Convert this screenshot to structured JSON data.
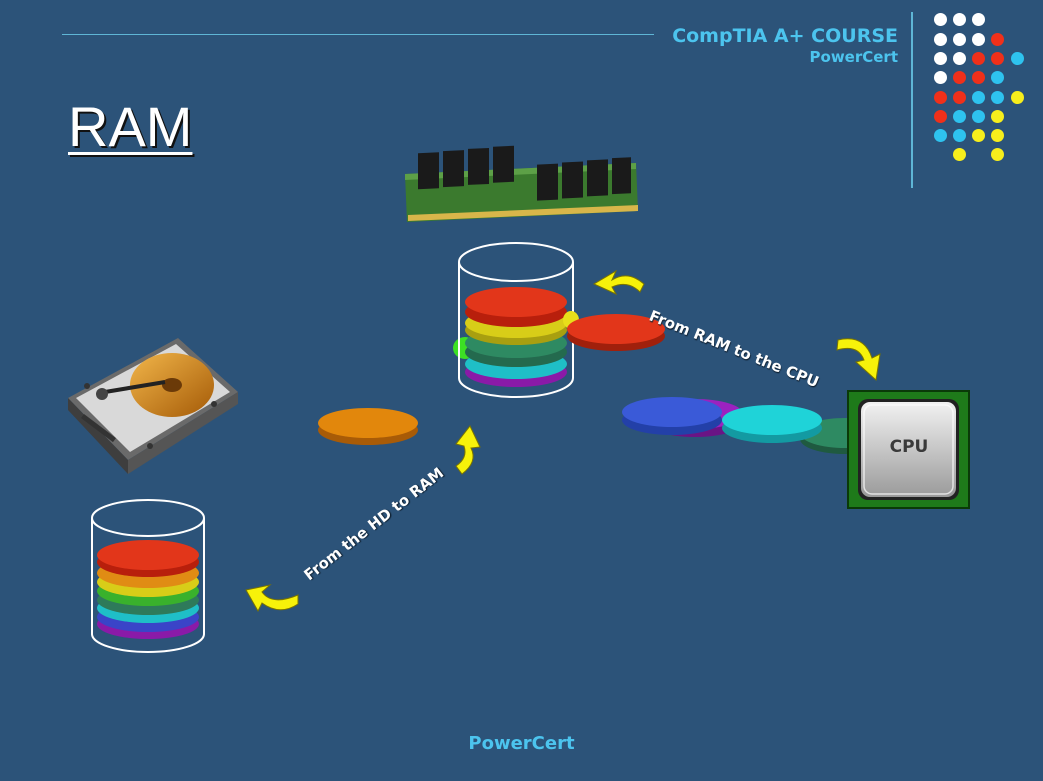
{
  "header": {
    "course_title": "CompTIA A+ COURSE",
    "course_subtitle": "PowerCert"
  },
  "slide": {
    "title": "RAM"
  },
  "diagram": {
    "hd_to_ram_label": "From the HD to RAM",
    "ram_to_cpu_label": "From RAM to the CPU",
    "cpu_label": "CPU"
  },
  "footer": {
    "brand": "PowerCert"
  },
  "colors": {
    "background": "#2c5379",
    "accent": "#4cc4ee",
    "arrow": "#f7f20a",
    "dot_palette": [
      "#ffffff",
      "#f0301a",
      "#2ec3ef",
      "#f7ee1c"
    ]
  }
}
